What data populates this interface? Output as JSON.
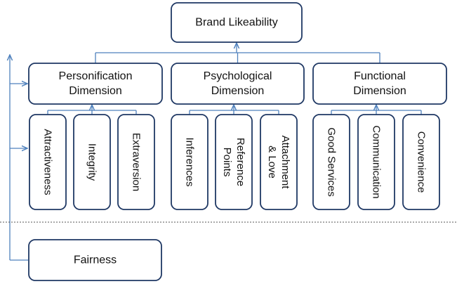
{
  "diagram": {
    "root": "Brand Likeability",
    "dimensions": [
      {
        "title_lines": [
          "Personification",
          "Dimension"
        ],
        "children": [
          {
            "lines": [
              "Attractiveness"
            ]
          },
          {
            "lines": [
              "Integrity"
            ]
          },
          {
            "lines": [
              "Extraversion"
            ]
          }
        ]
      },
      {
        "title_lines": [
          "Psychological",
          "Dimension"
        ],
        "children": [
          {
            "lines": [
              "Inferences"
            ]
          },
          {
            "lines": [
              "Reference",
              "Points"
            ]
          },
          {
            "lines": [
              "Attachment",
              "& Love"
            ]
          }
        ]
      },
      {
        "title_lines": [
          "Functional",
          "Dimension"
        ],
        "children": [
          {
            "lines": [
              "Good Services"
            ]
          },
          {
            "lines": [
              "Communication"
            ]
          },
          {
            "lines": [
              "Convenience"
            ]
          }
        ]
      }
    ],
    "bottom": "Fairness",
    "colors": {
      "box_stroke": "#1f3864",
      "connector": "#4f81bd",
      "divider": "#555555",
      "text": "#111111"
    }
  }
}
